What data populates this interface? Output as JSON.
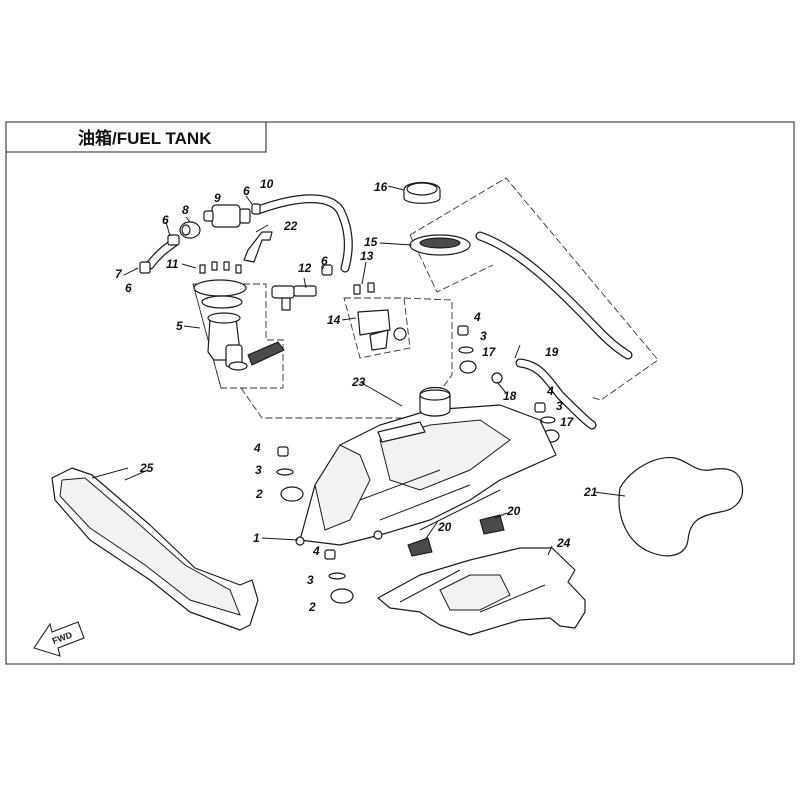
{
  "title": "油箱/FUEL TANK",
  "fwd_label": "FWD",
  "callouts": {
    "c1": "1",
    "c2a": "2",
    "c2b": "2",
    "c3a": "3",
    "c3b": "3",
    "c3c": "3",
    "c3d": "3",
    "c4a": "4",
    "c4b": "4",
    "c4c": "4",
    "c4d": "4",
    "c5": "5",
    "c6a": "6",
    "c6b": "6",
    "c6c": "6",
    "c6d": "6",
    "c7": "7",
    "c8": "8",
    "c9": "9",
    "c10": "10",
    "c11": "11",
    "c12": "12",
    "c13": "13",
    "c14": "14",
    "c15": "15",
    "c16": "16",
    "c17a": "17",
    "c17b": "17",
    "c18": "18",
    "c19": "19",
    "c20a": "20",
    "c20b": "20",
    "c21": "21",
    "c22": "22",
    "c23": "23",
    "c24": "24",
    "c25": "25"
  }
}
